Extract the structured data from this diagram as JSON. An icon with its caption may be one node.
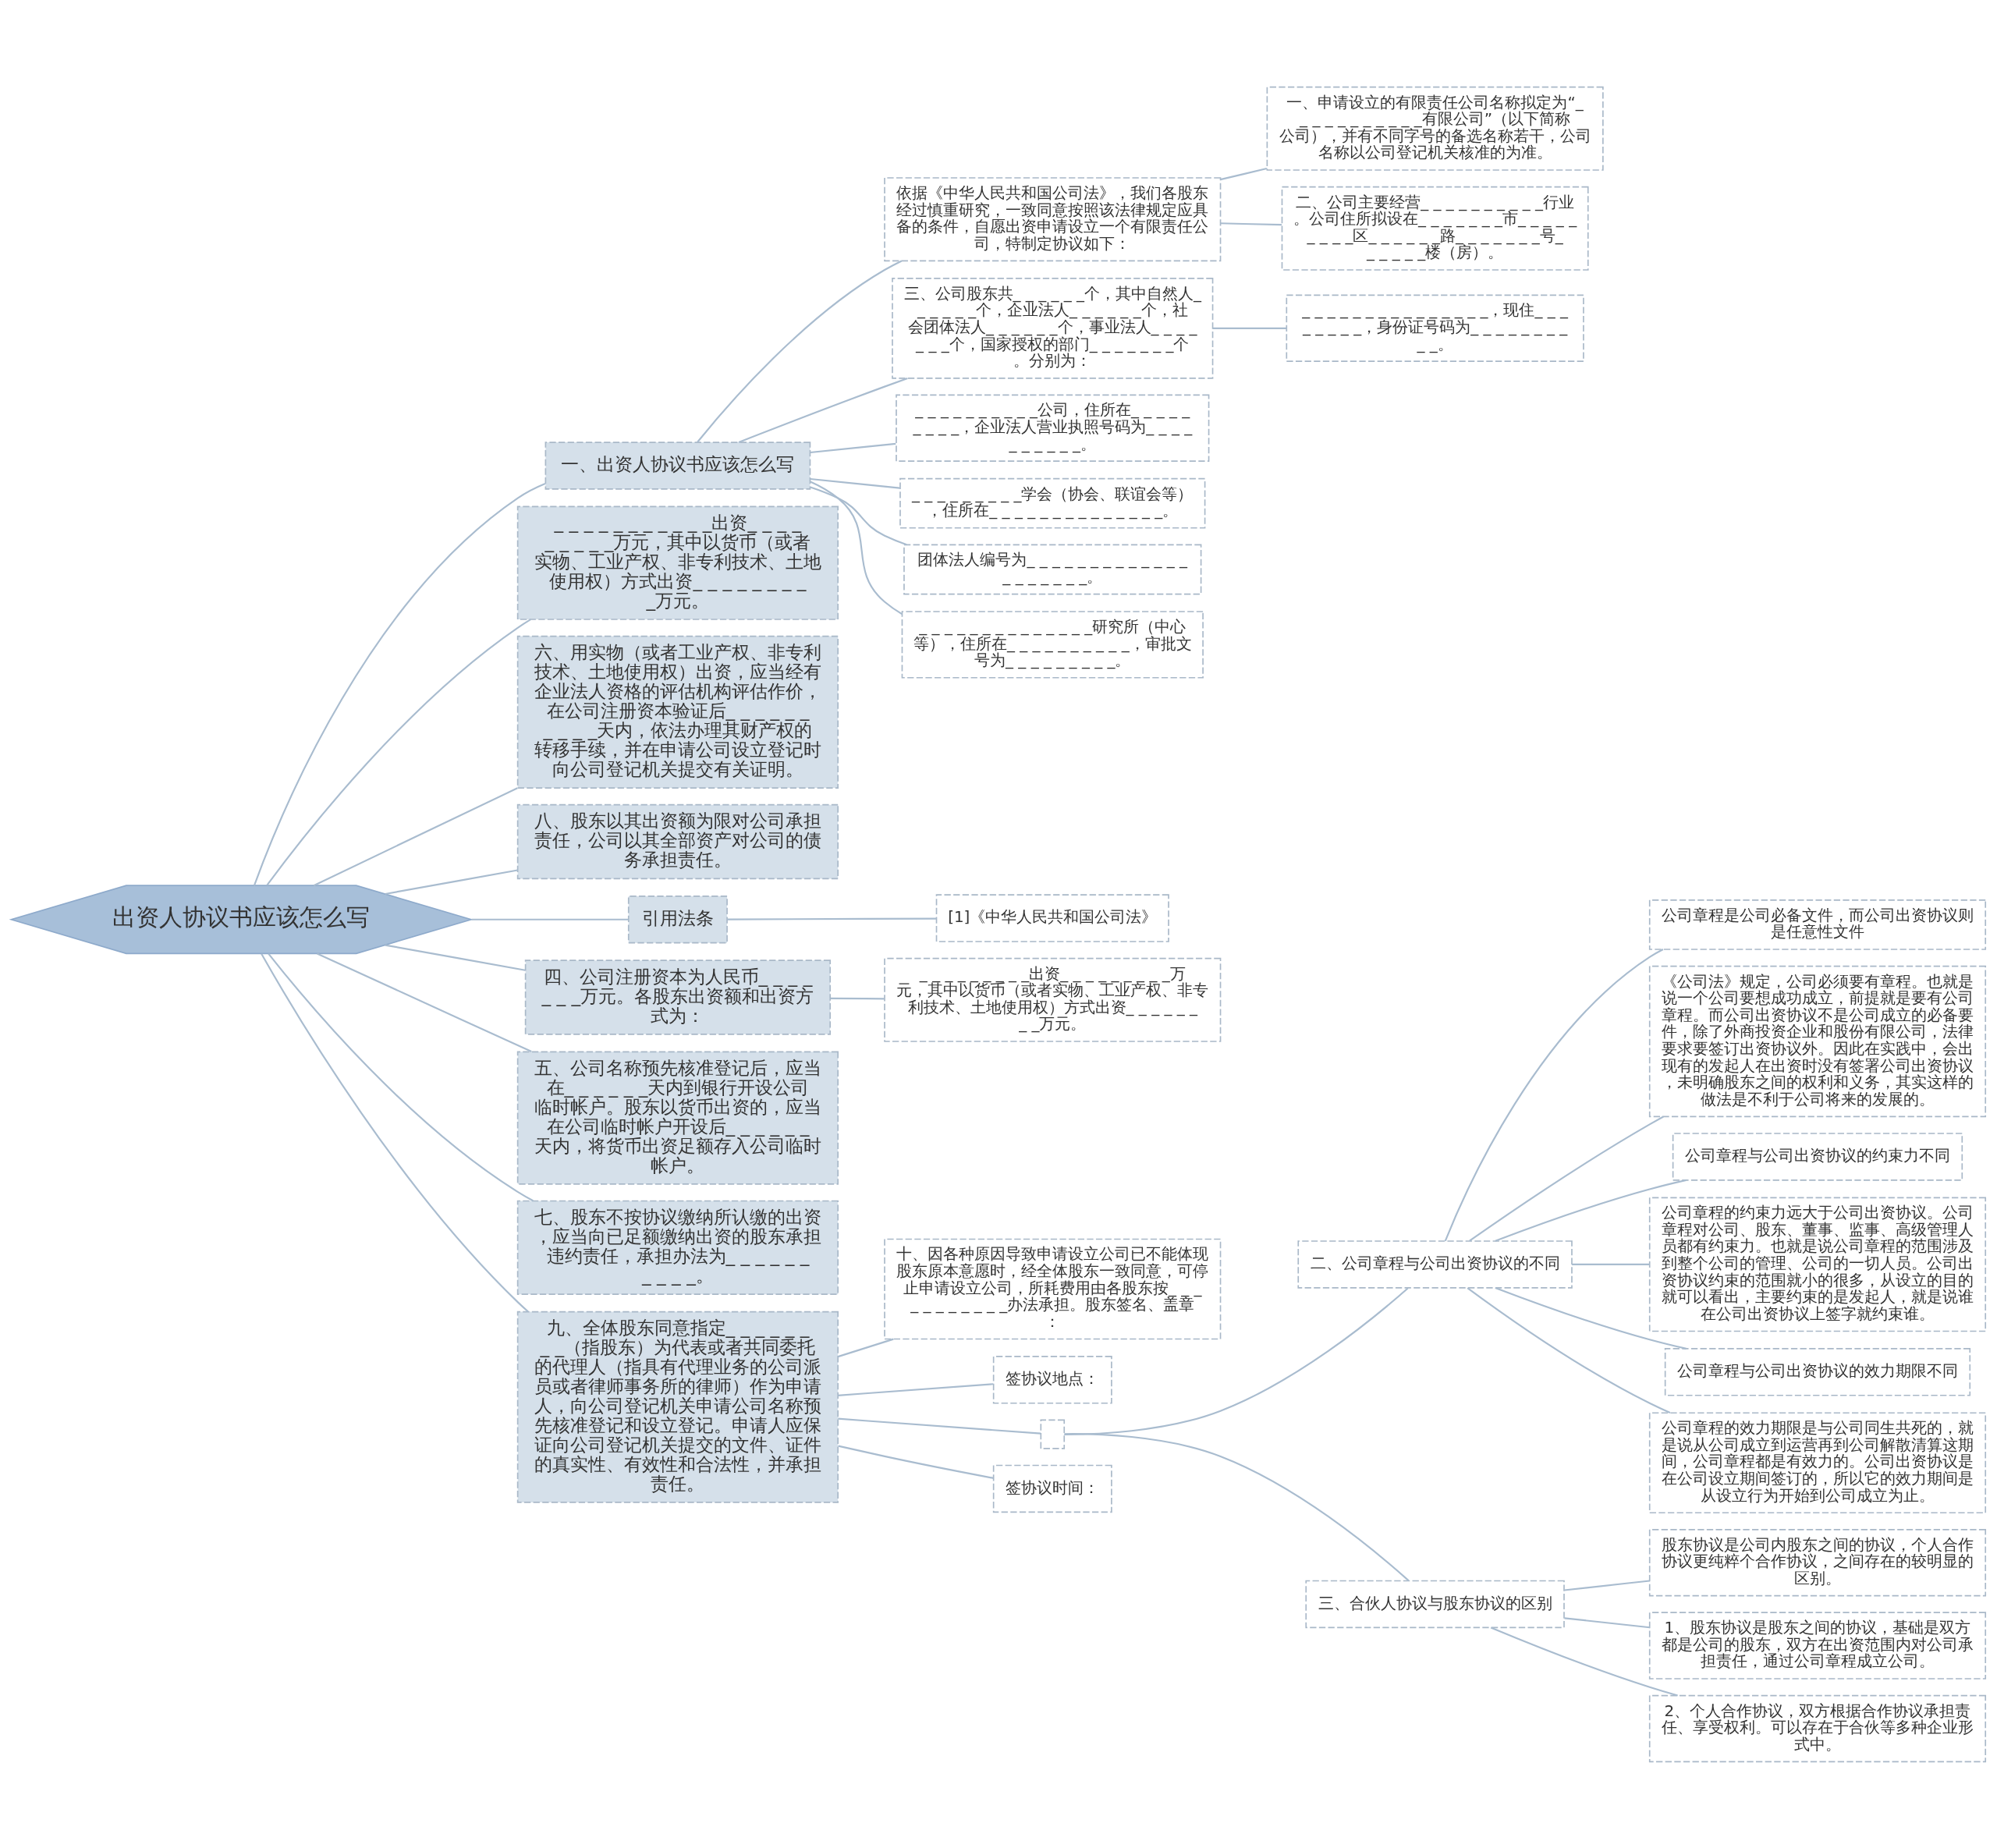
{
  "diagram": {
    "nodes": [
      {
        "text": [
          "出资人协议书应该怎么写"
        ]
      },
      {
        "text": [
          "一、出资人协议书应该怎么写"
        ]
      },
      {
        "text": [
          "依据《中华人民共和国公司法》，我们各股东经过慎重研究，一致同意按照该法律规定应具备的条件，自愿出资申请设立一个有限责任公司，特制定协议如下："
        ]
      },
      {
        "text": [
          "一、申请设立的有限责任公司名称拟定为“_ _ _ _ _ _ _ _ _ _ _有限公司”（以下简称公司），并有不同字号的备选名称若干，公司名称以公司登记机关核准的为准。"
        ]
      },
      {
        "text": [
          "二、公司主要经营_ _ _ _ _ _ _ _ _ _行业。公司住所拟设在_ _ _ _ _ _ _市_ _ _ _ _ _ _ _ _区_ _ _ _ _ _路_ _ _ _ _ _ _号_ _ _ _ _ _楼（房）。"
        ]
      },
      {
        "text": [
          "三、公司股东共_ _ _ _ _ _个，其中自然人_ _ _ _ _ _个，企业法人_ _ _ _ _ _个，社会团体法人_ _ _ _ _ _个，事业法人_ _ _ _ _ _ _个，国家授权的部门_ _ _ _ _ _ _个。分别为："
        ]
      },
      {
        "text": [
          "_ _ _ _ _ _ _ _ _ _ _ _ _ _ _，现住_ _ _ _ _ _ _ _，身份证号码为_ _ _ _ _ _ _ _ _ _。"
        ]
      },
      {
        "text": [
          "_ _ _ _ _ _ _ _ _ _公司，住所在_ _ _ _ _ _ _ _ _，企业法人营业执照号码为_ _ _ _ _ _ _ _ _ _。"
        ]
      },
      {
        "text": [
          "_ _ _ _ _ _ _ _ _学会（协会、联谊会等），住所在_ _ _ _ _ _ _ _ _ _ _ _ _ _。"
        ]
      },
      {
        "text": [
          "团体法人编号为_ _ _ _ _ _ _ _ _ _ _ _ _ _ _ _ _ _ _ _。"
        ]
      },
      {
        "text": [
          "_ _ _ _ _ _ _ _ _ _ _ _ _ _研究所（中心等），住所在_ _ _ _ _ _ _ _ _ _，审批文号为_ _ _ _ _ _ _ _ _。"
        ]
      },
      {
        "text": [
          "_ _ _ _ _ _ _ _ _ _ _出资_ _ _ _ _ _ _ _ _万元，其中以货币（或者实物、工业产权、非专利技术、土地使用权）方式出资_ _ _ _ _ _ _ _ _万元。"
        ]
      },
      {
        "text": [
          "六、用实物（或者工业产权、非专利技术、土地使用权）出资，应当经有企业法人资格的评估机构评估作价，在公司注册资本验证后_ _ _ _ _ _ _ _ _ _天内，依法办理其财产权的转移手续，并在申请公司设立登记时向公司登记机关提交有关证明。"
        ]
      },
      {
        "text": [
          "八、股东以其出资额为限对公司承担责任，公司以其全部资产对公司的债务承担责任。"
        ]
      },
      {
        "text": [
          "引用法条"
        ]
      },
      {
        "text": [
          "[1]《中华人民共和国公司法》"
        ]
      },
      {
        "text": [
          "四、公司注册资本为人民币_ _ _ _ _ _ _万元。各股东出资额和出资方式为："
        ]
      },
      {
        "text": [
          "_ _ _ _ _ _ _ _ _出资_ _ _ _ _ _ _ _ _万元，其中以货币（或者实物、工业产权、非专利技术、土地使用权）方式出资_ _ _ _ _ _ _ _万元。"
        ]
      },
      {
        "text": [
          "五、公司名称预先核准登记后，应当在_ _ _ _ _ _天内到银行开设公司临时帐户。股东以货币出资的，应当在公司临时帐户开设后_ _ _ _ _ _天内，将货币出资足额存入公司临时帐户。"
        ]
      },
      {
        "text": [
          "七、股东不按协议缴纳所认缴的出资，应当向已足额缴纳出资的股东承担违约责任，承担办法为_ _ _ _ _ _ _ _ _ _。"
        ]
      },
      {
        "text": [
          "九、全体股东同意指定_ _ _ _ _ _ _ _（指股东）为代表或者共同委托的代理人（指具有代理业务的公司派员或者律师事务所的律师）作为申请人，向公司登记机关申请公司名称预先核准登记和设立登记。申请人应保证向公司登记机关提交的文件、证件的真实性、有效性和合法性，并承担责任。"
        ]
      },
      {
        "text": [
          "十、因各种原因导致申请设立公司已不能体现股东原本意愿时，经全体股东一致同意，可停止申请设立公司，所耗费用由各股东按_ _ _ _ _ _ _ _ _ _ _办法承担。股东签名、盖章："
        ]
      },
      {
        "text": [
          "签协议地点："
        ]
      },
      {
        "text": [],
        "shape": "box"
      },
      {
        "text": [
          "二、公司章程与公司出资协议的不同"
        ]
      },
      {
        "text": [
          "公司章程是公司必备文件，而公司出资协议则是任意性文件"
        ]
      },
      {
        "text": [
          "《公司法》规定，公司必须要有章程。也就是说一个公司要想成功成立，前提就是要有公司章程。而公司出资协议不是公司成立的必备要件，除了外商投资企业和股份有限公司，法律要求要签订出资协议外。因此在实践中，会出现有的发起人在出资时没有签署公司出资协议，未明确股东之间的权利和义务，其实这样的做法是不利于公司将来的发展的。"
        ]
      },
      {
        "text": [
          "公司章程与公司出资协议的约束力不同"
        ]
      },
      {
        "text": [
          "公司章程的约束力远大于公司出资协议。公司章程对公司、股东、董事、监事、高级管理人员都有约束力。也就是说公司章程的范围涉及到整个公司的管理、公司的一切人员。公司出资协议约束的范围就小的很多，从设立的目的就可以看出，主要约束的是发起人，就是说谁在公司出资协议上签字就约束谁。"
        ]
      },
      {
        "text": [
          "公司章程与公司出资协议的效力期限不同"
        ]
      },
      {
        "text": [
          "公司章程的效力期限是与公司同生共死的，就是说从公司成立到运营再到公司解散清算这期间，公司章程都是有效力的。公司出资协议是在公司设立期间签订的，所以它的效力期间是从设立行为开始到公司成立为止。"
        ]
      },
      {
        "text": [
          "三、合伙人协议与股东协议的区别"
        ]
      },
      {
        "text": [
          "股东协议是公司内股东之间的协议，个人合作协议更纯粹个合作协议，之间存在的较明显的区别。"
        ]
      },
      {
        "text": [
          "1、股东协议是股东之间的协议，基础是双方都是公司的股东，双方在出资范围内对公司承担责任，通过公司章程成立公司。"
        ]
      },
      {
        "text": [
          "2、个人合作协议，双方根据合作协议承担责任、享受权利。可以存在于合伙等多种企业形式中。"
        ]
      },
      {
        "text": [
          "签协议时间："
        ]
      }
    ],
    "edges": [
      {
        "from": 0,
        "to": 1,
        "arrow": "none"
      },
      {
        "from": 1,
        "to": 2,
        "arrow": "none"
      },
      {
        "from": 2,
        "to": 3,
        "arrow": "none"
      },
      {
        "from": 2,
        "to": 4,
        "arrow": "none"
      },
      {
        "from": 1,
        "to": 5,
        "arrow": "none"
      },
      {
        "from": 5,
        "to": 6,
        "arrow": "none"
      },
      {
        "from": 1,
        "to": 7,
        "arrow": "none"
      },
      {
        "from": 1,
        "to": 8,
        "arrow": "none"
      },
      {
        "from": 1,
        "to": 9,
        "arrow": "none"
      },
      {
        "from": 1,
        "to": 10,
        "arrow": "none"
      },
      {
        "from": 0,
        "to": 11,
        "arrow": "none"
      },
      {
        "from": 0,
        "to": 12,
        "arrow": "none"
      },
      {
        "from": 0,
        "to": 13,
        "arrow": "none"
      },
      {
        "from": 0,
        "to": 14,
        "arrow": "none"
      },
      {
        "from": 14,
        "to": 15,
        "arrow": "none"
      },
      {
        "from": 0,
        "to": 16,
        "arrow": "none"
      },
      {
        "from": 16,
        "to": 17,
        "arrow": "none"
      },
      {
        "from": 0,
        "to": 18,
        "arrow": "none"
      },
      {
        "from": 0,
        "to": 19,
        "arrow": "none"
      },
      {
        "from": 0,
        "to": 20,
        "arrow": "none"
      },
      {
        "from": 20,
        "to": 21,
        "arrow": "none"
      },
      {
        "from": 20,
        "to": 22,
        "arrow": "none"
      },
      {
        "from": 20,
        "to": 23,
        "arrow": "none"
      },
      {
        "from": 23,
        "to": 24,
        "arrow": "none"
      },
      {
        "from": 24,
        "to": 25,
        "arrow": "none"
      },
      {
        "from": 24,
        "to": 26,
        "arrow": "none"
      },
      {
        "from": 24,
        "to": 27,
        "arrow": "none"
      },
      {
        "from": 24,
        "to": 28,
        "arrow": "none"
      },
      {
        "from": 24,
        "to": 29,
        "arrow": "none"
      },
      {
        "from": 24,
        "to": 30,
        "arrow": "none"
      },
      {
        "from": 23,
        "to": 31,
        "arrow": "none"
      },
      {
        "from": 31,
        "to": 32,
        "arrow": "none"
      },
      {
        "from": 31,
        "to": 33,
        "arrow": "none"
      },
      {
        "from": 31,
        "to": 34,
        "arrow": "none"
      },
      {
        "from": 20,
        "to": 35,
        "arrow": "none"
      }
    ]
  }
}
